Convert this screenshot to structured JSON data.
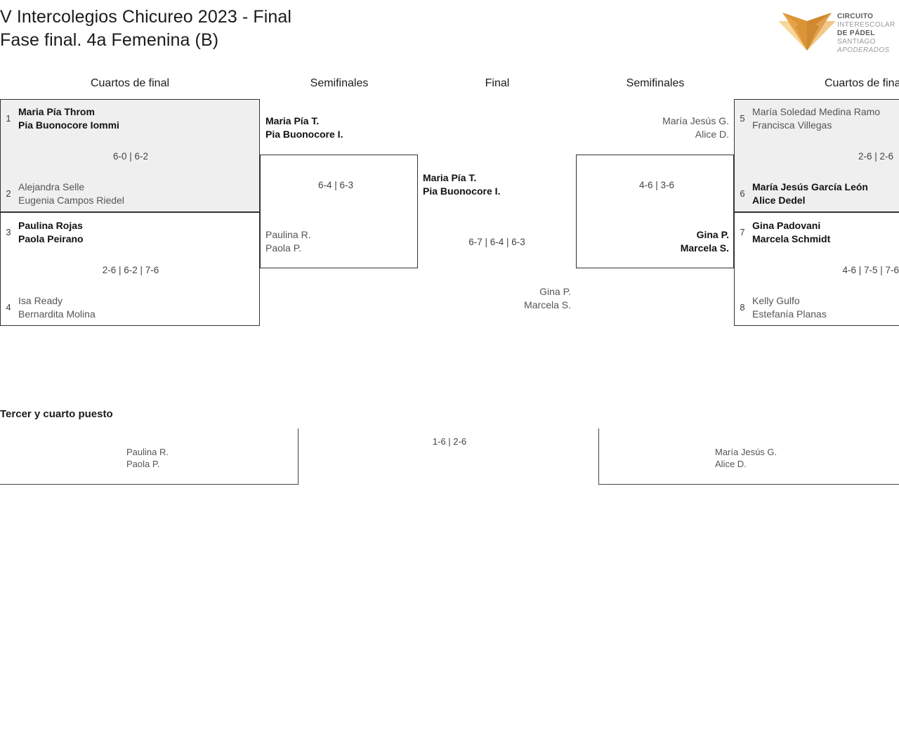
{
  "header": {
    "title_line1": "V Intercolegios Chicureo 2023 - Final",
    "title_line2": "Fase final. 4a Femenina (B)",
    "logo": {
      "line1": "CIRCUITO",
      "line2": "INTERESCOLAR",
      "line3": "DE PÁDEL",
      "line4": "SANTIAGO",
      "line5": "APODERADOS",
      "mark_colors": [
        "#e8a34a",
        "#d89440",
        "#f7d89a",
        "#f2c889"
      ],
      "text_color_bold": "#59595b",
      "text_color_light": "#9a9a9c"
    }
  },
  "rounds": [
    {
      "label": "Cuartos de final"
    },
    {
      "label": "Semifinales"
    },
    {
      "label": "Final"
    },
    {
      "label": "Semifinales"
    },
    {
      "label": "Cuartos de final"
    }
  ],
  "bracket": {
    "left_quarterfinals": [
      {
        "score": "6-0 | 6-2",
        "top": {
          "seed": "1",
          "line1": "Maria Pía Throm",
          "line2": "Pia Buonocore Iommi",
          "winner": true
        },
        "bottom": {
          "seed": "2",
          "line1": "Alejandra Selle",
          "line2": "Eugenia Campos Riedel",
          "winner": false
        }
      },
      {
        "score": "2-6 | 6-2 | 7-6",
        "top": {
          "seed": "3",
          "line1": "Paulina Rojas",
          "line2": "Paola Peirano",
          "winner": true
        },
        "bottom": {
          "seed": "4",
          "line1": "Isa Ready",
          "line2": "Bernardita Molina",
          "winner": false
        }
      }
    ],
    "right_quarterfinals": [
      {
        "score": "2-6 | 2-6",
        "top": {
          "seed": "5",
          "line1": "María Soledad Medina Ramo",
          "line2": "Francisca Villegas",
          "winner": false
        },
        "bottom": {
          "seed": "6",
          "line1": "María Jesús García León",
          "line2": "Alice Dedel",
          "winner": true
        }
      },
      {
        "score": "4-6 | 7-5 | 7-6",
        "top": {
          "seed": "7",
          "line1": "Gina Padovani",
          "line2": "Marcela Schmidt",
          "winner": true
        },
        "bottom": {
          "seed": "8",
          "line1": "Kelly Gulfo",
          "line2": "Estefanía Planas",
          "winner": false
        }
      }
    ],
    "left_semifinal": {
      "score": "6-4 | 6-3",
      "top": {
        "line1": "Maria Pía T.",
        "line2": "Pia Buonocore I.",
        "winner": true
      },
      "bottom": {
        "line1": "Paulina R.",
        "line2": "Paola P.",
        "winner": false
      }
    },
    "right_semifinal": {
      "score": "4-6 | 3-6",
      "top": {
        "line1": "María Jesús G.",
        "line2": "Alice D.",
        "winner": false
      },
      "bottom": {
        "line1": "Gina P.",
        "line2": "Marcela S.",
        "winner": true
      }
    },
    "final": {
      "score": "6-7 | 6-4 | 6-3",
      "top": {
        "line1": "Maria Pía T.",
        "line2": "Pia Buonocore I.",
        "winner": true
      },
      "bottom": {
        "line1": "Gina P.",
        "line2": "Marcela S.",
        "winner": false
      }
    }
  },
  "third_place": {
    "title": "Tercer y cuarto puesto",
    "score": "1-6 | 2-6",
    "left": {
      "line1": "Paulina R.",
      "line2": "Paola P.",
      "winner": false
    },
    "right": {
      "line1": "María Jesús G.",
      "line2": "Alice D.",
      "winner": false
    }
  },
  "colors": {
    "shaded_box": "#efefef",
    "box_border": "#333333",
    "winner_text": "#111111",
    "loser_text": "#555555"
  }
}
